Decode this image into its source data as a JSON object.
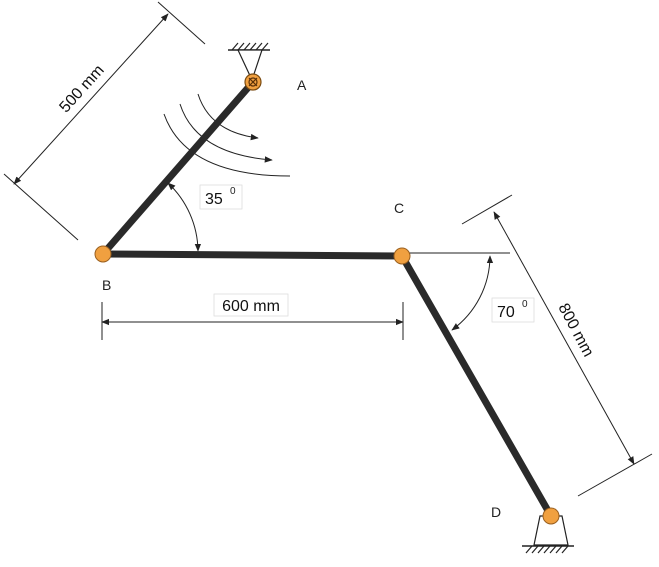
{
  "labels": {
    "a": "A",
    "b": "B",
    "c": "C",
    "d": "D"
  },
  "dimensions": {
    "ab_length": "500 mm",
    "bc_length": "600 mm",
    "cd_length": "800 mm"
  },
  "angles": {
    "at_b": "35",
    "at_c": "70",
    "degree_mark": "0"
  },
  "colors": {
    "link": "#2a2a2a",
    "joint": "#f0a040",
    "joint_outline": "#7a4a10",
    "line": "#222222"
  }
}
